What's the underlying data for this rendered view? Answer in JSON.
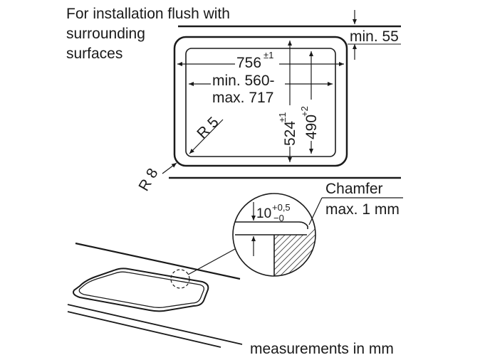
{
  "notes": {
    "installation_line1": "For installation flush with",
    "installation_line2": "surrounding",
    "installation_line3": "surfaces",
    "units": "measurements in mm"
  },
  "dimensions": {
    "min_depth": "min. 55",
    "width_base": "756",
    "width_tol": "±1",
    "cutout_line1": "min. 560-",
    "cutout_line2": "max. 717",
    "inner_radius": "R 5",
    "outer_radius": "R 8",
    "depth_base": "524",
    "depth_tol": "±1",
    "inner_depth_base": "490",
    "inner_depth_tol": "+2"
  },
  "detail": {
    "step_base": "10",
    "step_tol_upper": "+0,5",
    "step_tol_lower": "−0",
    "chamfer_label": "Chamfer",
    "chamfer_value": "max. 1 mm"
  }
}
